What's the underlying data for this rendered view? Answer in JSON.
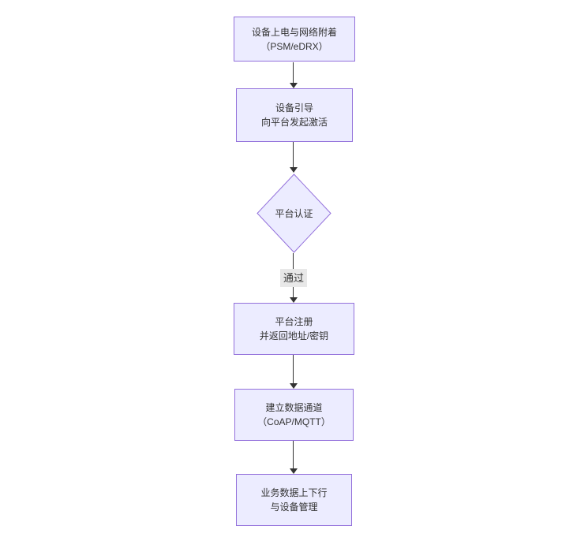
{
  "flow": {
    "style": {
      "canvas_bg": "#ffffff",
      "node_fill": "#ECECFF",
      "node_border": "#9370DB",
      "text_color": "#333333",
      "edge_color": "#333333",
      "edge_label_bg": "#e8e8e8"
    },
    "nodes": [
      {
        "id": "start",
        "shape": "rect",
        "lines": [
          "设备上电与网络附着",
          "（PSM/eDRX）"
        ]
      },
      {
        "id": "bootstrap",
        "shape": "rect",
        "lines": [
          "设备引导",
          "向平台发起激活"
        ]
      },
      {
        "id": "auth",
        "shape": "diamond",
        "lines": [
          "平台认证"
        ]
      },
      {
        "id": "register",
        "shape": "rect",
        "lines": [
          "平台注册",
          "并返回地址/密钥"
        ]
      },
      {
        "id": "channel",
        "shape": "rect",
        "lines": [
          "建立数据通道",
          "（CoAP/MQTT）"
        ]
      },
      {
        "id": "business",
        "shape": "rect",
        "lines": [
          "业务数据上下行",
          "与设备管理"
        ]
      }
    ],
    "edges": [
      {
        "from": "start",
        "to": "bootstrap",
        "label": ""
      },
      {
        "from": "bootstrap",
        "to": "auth",
        "label": ""
      },
      {
        "from": "auth",
        "to": "register",
        "label": "通过"
      },
      {
        "from": "register",
        "to": "channel",
        "label": ""
      },
      {
        "from": "channel",
        "to": "business",
        "label": ""
      }
    ]
  }
}
